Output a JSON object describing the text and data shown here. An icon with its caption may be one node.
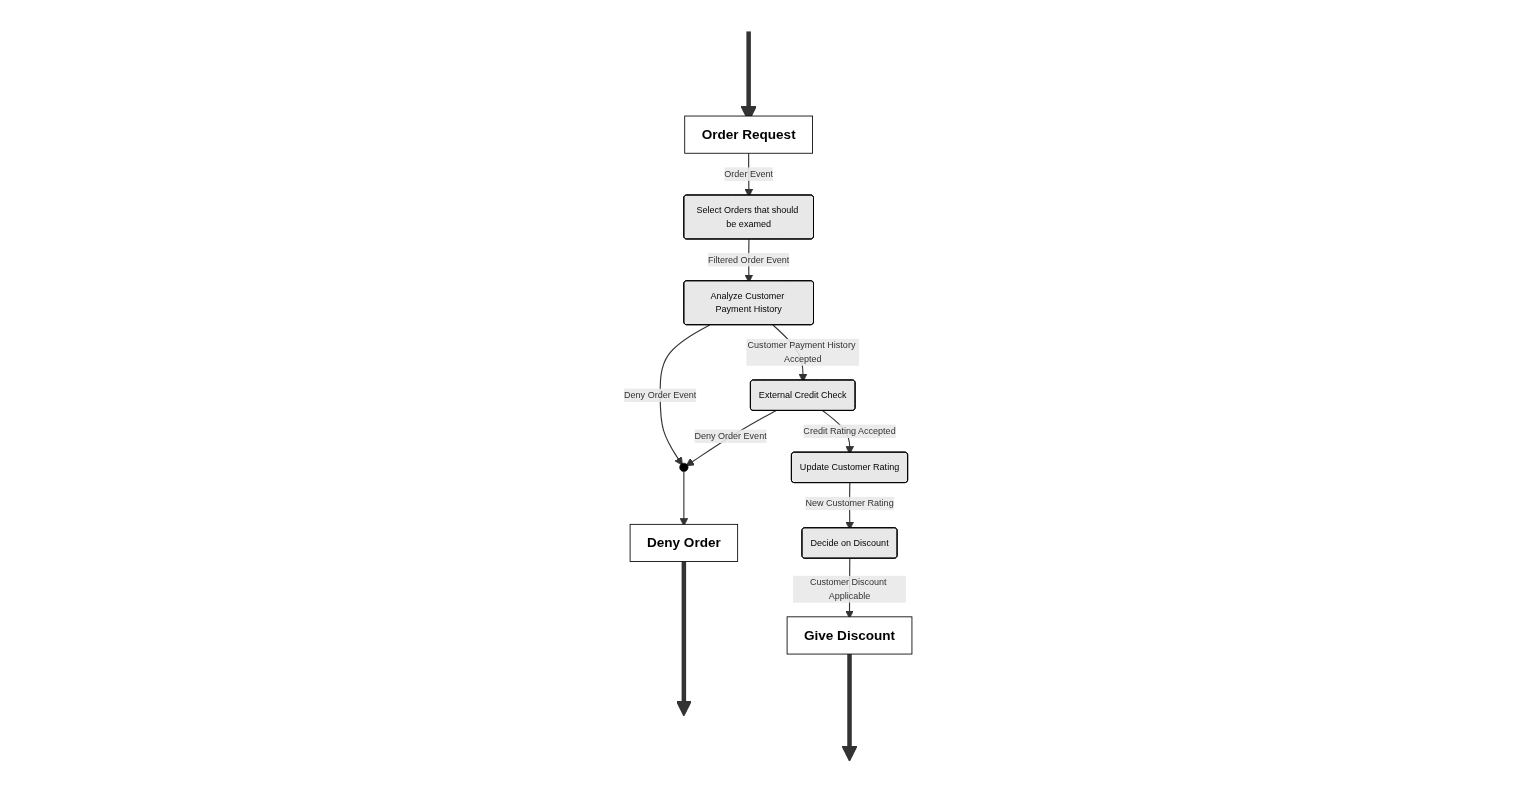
{
  "diagram": {
    "nodes": [
      {
        "text": [
          "Order Request"
        ]
      },
      {
        "text": [
          "Select Orders that should be examed"
        ]
      },
      {
        "text": [
          "Analyze Customer Payment History"
        ]
      },
      {
        "text": [
          "External Credit Check"
        ]
      },
      {
        "text": [
          "Update Customer Rating"
        ]
      },
      {
        "text": [
          "Decide on Discount"
        ]
      },
      {
        "text": [],
        "shape": "circle"
      },
      {
        "text": [
          "Deny Order"
        ]
      },
      {
        "text": [
          "Give Discount"
        ]
      }
    ],
    "edges": [
      {
        "from": null,
        "to": 0,
        "arrow": "to",
        "style": "thick"
      },
      {
        "from": 0,
        "to": 1,
        "arrow": "to",
        "label": "Order Event"
      },
      {
        "from": 1,
        "to": 2,
        "arrow": "to",
        "label": "Filtered Order Event"
      },
      {
        "from": 2,
        "to": 6,
        "arrow": "to",
        "label": "Deny Order Event"
      },
      {
        "from": 2,
        "to": 3,
        "arrow": "to",
        "label": "Customer Payment History Accepted"
      },
      {
        "from": 6,
        "to": 7,
        "arrow": "to"
      },
      {
        "from": 7,
        "to": null,
        "arrow": "to",
        "style": "thick"
      },
      {
        "from": 3,
        "to": 6,
        "arrow": "to",
        "label": "Deny Order Event"
      },
      {
        "from": 3,
        "to": 4,
        "arrow": "to",
        "label": "Credit Rating Accepted"
      },
      {
        "from": 4,
        "to": 5,
        "arrow": "to",
        "label": "New Customer Rating"
      },
      {
        "from": 5,
        "to": 8,
        "arrow": "to",
        "label": "Customer Discount Applicable"
      },
      {
        "from": 8,
        "to": null,
        "arrow": "to",
        "style": "thick"
      }
    ]
  }
}
